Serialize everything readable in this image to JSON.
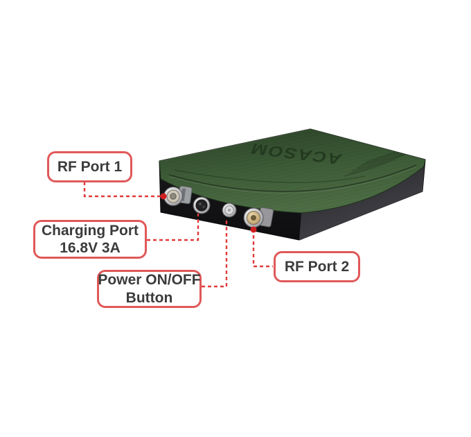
{
  "page": {
    "background_color": "#ffffff",
    "description": "Product diagram of RF device with labeled ports"
  },
  "device": {
    "logo_text": "ACASOM",
    "top_color": "#3d5c37",
    "base_color": "#17171a",
    "connectors": [
      {
        "name": "rf-port-1-connector"
      },
      {
        "name": "charging-port-connector"
      },
      {
        "name": "power-button"
      },
      {
        "name": "rf-port-2-connector"
      }
    ]
  },
  "annotations": {
    "accent_border": "#e05858",
    "accent_line": "#e23a3a",
    "accent_dot": "#cf2020"
  },
  "labels": {
    "rf_port_1": {
      "text": "RF Port 1"
    },
    "charging_port": {
      "line1": "Charging Port",
      "line2": "16.8V 3A"
    },
    "power_button": {
      "line1": "Power ON/OFF",
      "line2": "Button"
    },
    "rf_port_2": {
      "text": "RF Port 2"
    }
  }
}
